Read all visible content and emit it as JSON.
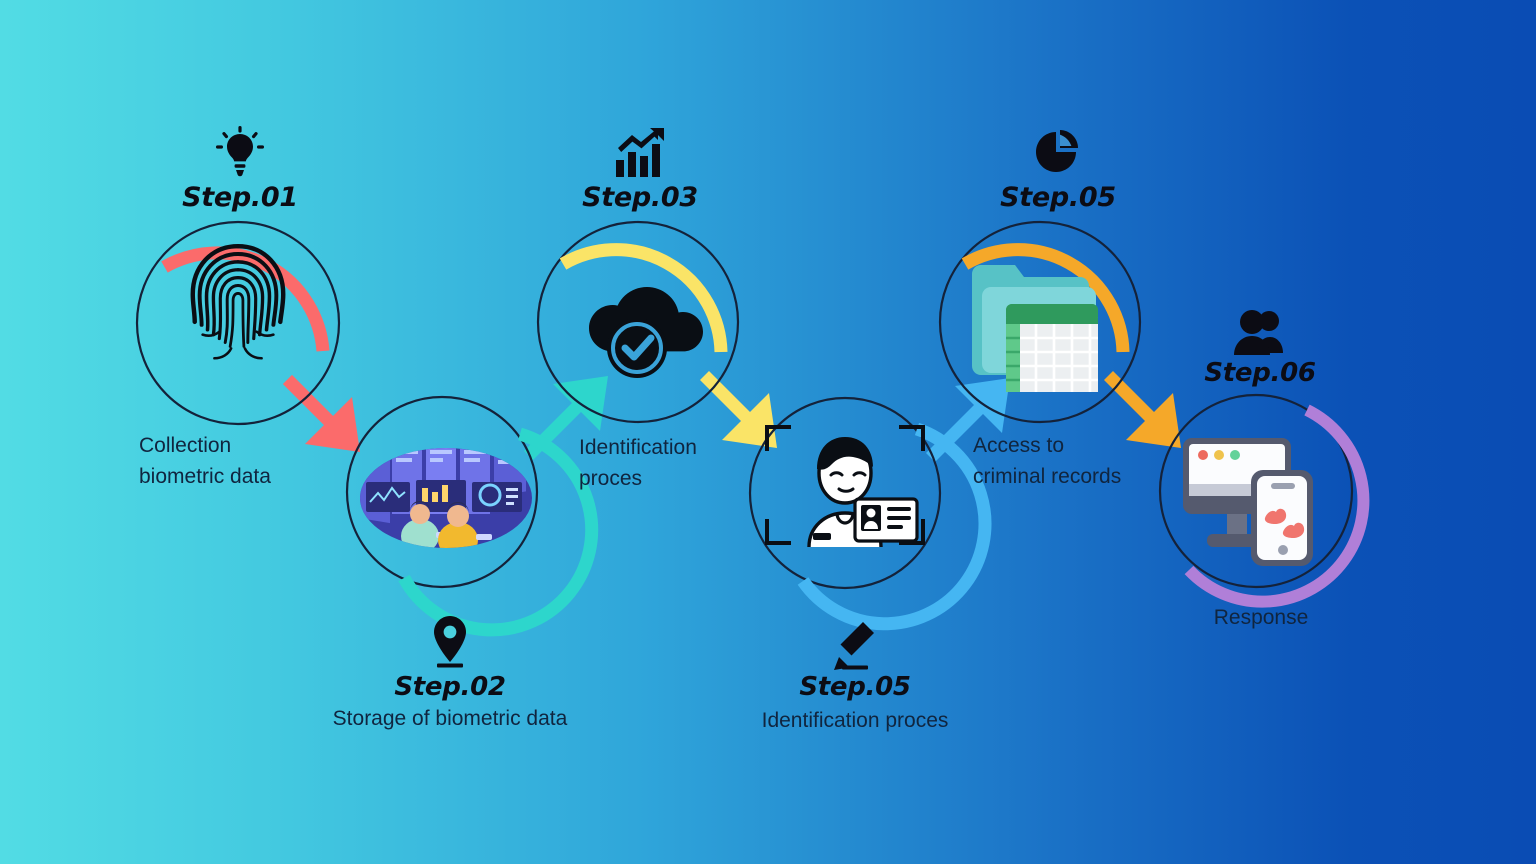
{
  "background": {
    "gradient_from": "#52DCE4",
    "gradient_to": "#0A4CB4",
    "direction": "horizontal-left-to-right"
  },
  "theme": {
    "circle_outline": "#14223a",
    "caption_color": "#10253f",
    "step_label_color": "#0c0c14"
  },
  "steps": [
    {
      "id": "step-01",
      "label": "Step.01",
      "icon": "lightbulb-icon",
      "caption": "Collection\nbiometric data",
      "arc_color": "#FB6B6B",
      "illustration": "fingerprint-illustration"
    },
    {
      "id": "step-02",
      "label": "Step.02",
      "icon": "location-pin-icon",
      "caption": "Storage of biometric data",
      "arc_color": "#2DD6CC",
      "illustration": "server-room-illustration"
    },
    {
      "id": "step-03",
      "label": "Step.03",
      "icon": "bar-chart-growth-icon",
      "caption": "Identification\nproces",
      "arc_color": "#FAE467",
      "illustration": "cloud-check-illustration"
    },
    {
      "id": "step-04",
      "label": "Step.05",
      "icon": "pencil-icon",
      "caption": "Identification proces",
      "arc_color": "#45B6F2",
      "illustration": "face-id-scan-illustration"
    },
    {
      "id": "step-05",
      "label": "Step.05",
      "icon": "pie-chart-icon",
      "caption": "Access to\ncriminal records",
      "arc_color": "#F5A829",
      "illustration": "folder-spreadsheet-illustration"
    },
    {
      "id": "step-06",
      "label": "Step.06",
      "icon": "people-group-icon",
      "caption": "Response",
      "arc_color": "#B07FD8",
      "illustration": "monitor-phone-illustration"
    }
  ],
  "arrows": [
    {
      "id": "arrow-1-to-2",
      "color": "#FB6B6B",
      "from": "step-01",
      "to": "step-02",
      "direction": "down-right"
    },
    {
      "id": "arrow-2-to-3",
      "color": "#2DD6CC",
      "from": "step-02",
      "to": "step-03",
      "direction": "up-right"
    },
    {
      "id": "arrow-3-to-4",
      "color": "#FAE467",
      "from": "step-03",
      "to": "step-04",
      "direction": "down-right"
    },
    {
      "id": "arrow-4-to-5",
      "color": "#45B6F2",
      "from": "step-04",
      "to": "step-05",
      "direction": "up-right"
    },
    {
      "id": "arrow-5-to-6",
      "color": "#F5A829",
      "from": "step-05",
      "to": "step-06",
      "direction": "down-right"
    }
  ]
}
